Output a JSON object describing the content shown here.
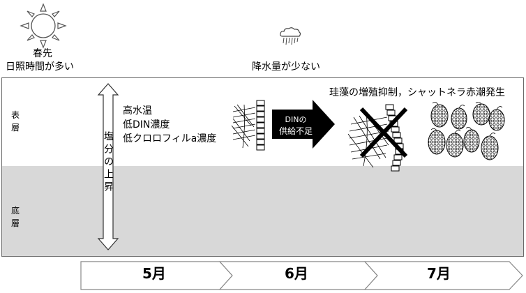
{
  "weather": {
    "spring_label": "春先",
    "sunshine_label": "日照時間が多い",
    "rain_label": "降水量が少ない"
  },
  "layers": {
    "surface": "表層",
    "bottom": "底層"
  },
  "salinity": {
    "label": "塩分の上昇"
  },
  "conditions": {
    "line1": "高水温",
    "line2": "低DIN濃度",
    "line3": "低クロロフィルa濃度"
  },
  "din_arrow": {
    "line1": "DINの",
    "line2": "供給不足"
  },
  "outcome": {
    "label": "珪藻の増殖抑制，シャットネラ赤潮発生"
  },
  "timeline": {
    "months": [
      "5月",
      "6月",
      "7月"
    ]
  },
  "colors": {
    "bottom_layer": "#d8d8d8",
    "arrow_fill": "#000000",
    "sun_stroke": "#555555"
  },
  "icons": [
    "sun-icon",
    "rain-cloud-icon",
    "double-arrow-icon",
    "diatom-chain-icon",
    "cross-mark-icon",
    "chattonella-cell-icon"
  ]
}
